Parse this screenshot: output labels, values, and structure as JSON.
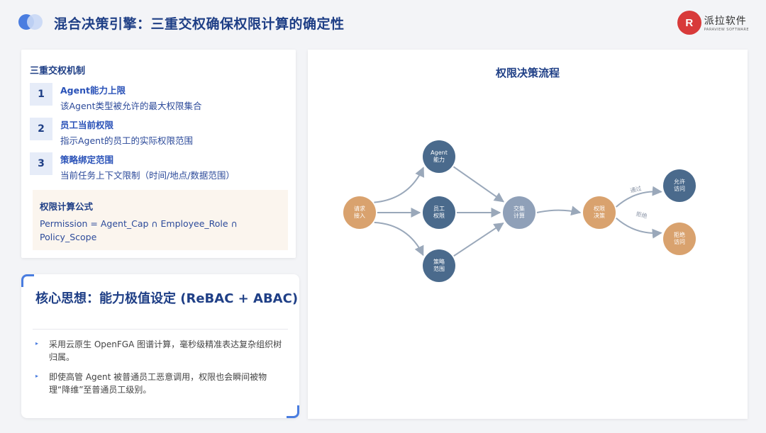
{
  "header": {
    "title": "混合决策引擎：三重交权确保权限计算的确定性",
    "brand_mark": "R",
    "brand_name": "派拉软件",
    "brand_sub": "PARAVIEW SOFTWARE"
  },
  "mechanism": {
    "title": "三重交权机制",
    "items": [
      {
        "num": "1",
        "head": "Agent能力上限",
        "desc": "该Agent类型被允许的最大权限集合"
      },
      {
        "num": "2",
        "head": "员工当前权限",
        "desc": "指示Agent的员工的实际权限范围"
      },
      {
        "num": "3",
        "head": "策略绑定范围",
        "desc": "当前任务上下文限制（时间/地点/数据范围）"
      }
    ],
    "formula_title": "权限计算公式",
    "formula": "Permission = Agent_Cap ∩ Employee_Role ∩ Policy_Scope"
  },
  "core": {
    "title": "核心思想：能力极值设定 (ReBAC + ABAC)",
    "bullets": [
      "采用云原生 OpenFGA 图谱计算，毫秒级精准表达复杂组织树归属。",
      "即使高管 Agent 被普通员工恶意调用，权限也会瞬间被物理“降维”至普通员工级别。"
    ]
  },
  "diagram": {
    "title": "权限决策流程",
    "colors": {
      "start": "#d9a26e",
      "mid": "#4a6a8c",
      "merge": "#8fa0b8",
      "deny": "#d9a26e",
      "edge": "#9aa8ba"
    },
    "nodes": {
      "request": [
        "请求",
        "接入"
      ],
      "agent": [
        "Agent",
        "能力"
      ],
      "employee": [
        "员工",
        "权限"
      ],
      "policy": [
        "策略",
        "范围"
      ],
      "intersect": [
        "交集",
        "计算"
      ],
      "decide": [
        "权限",
        "决策"
      ],
      "allow": [
        "允许",
        "访问"
      ],
      "deny": [
        "拒绝",
        "访问"
      ]
    },
    "edge_labels": {
      "pass": "通过",
      "reject": "拒绝"
    }
  }
}
